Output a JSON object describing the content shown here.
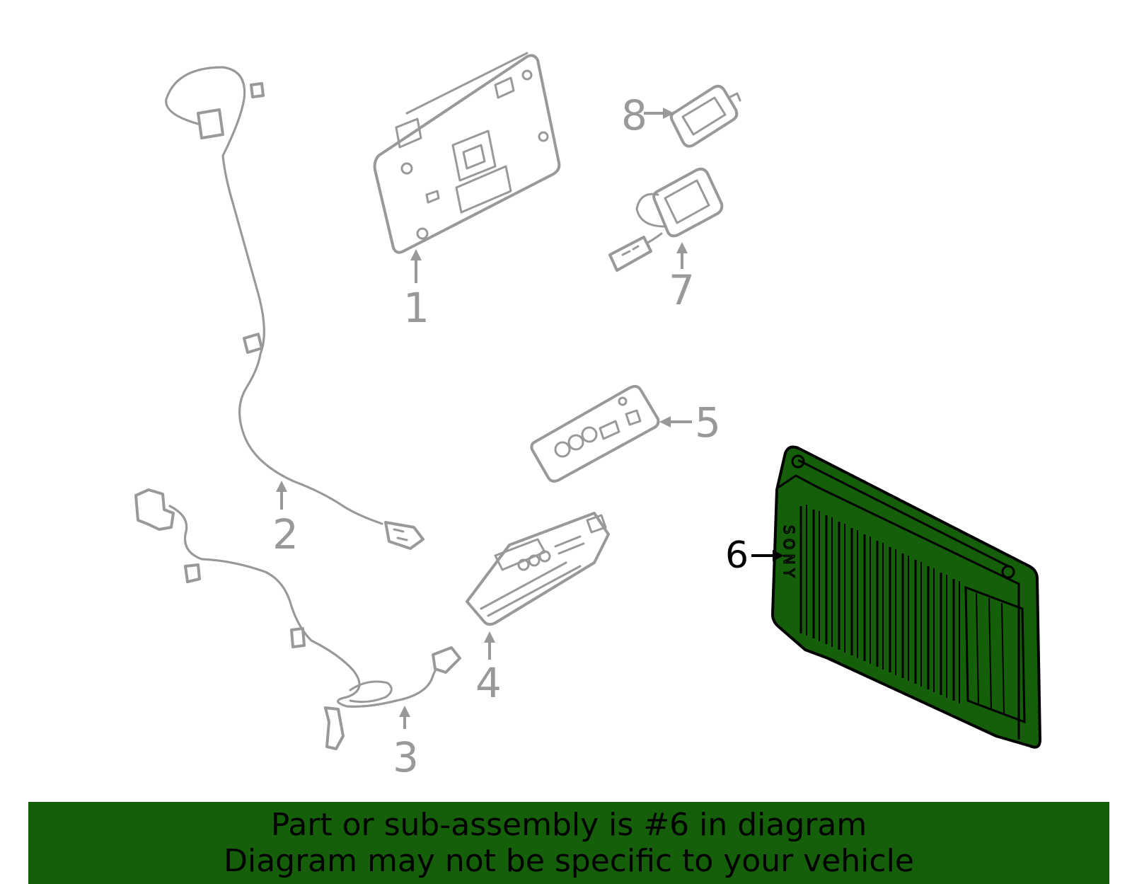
{
  "diagram": {
    "highlight_color": "#155e0a",
    "part_stroke_color": "#999999",
    "callouts": [
      {
        "id": "1",
        "label": "1"
      },
      {
        "id": "2",
        "label": "2"
      },
      {
        "id": "3",
        "label": "3"
      },
      {
        "id": "4",
        "label": "4"
      },
      {
        "id": "5",
        "label": "5"
      },
      {
        "id": "6",
        "label": "6",
        "highlighted": true
      },
      {
        "id": "7",
        "label": "7"
      },
      {
        "id": "8",
        "label": "8"
      }
    ],
    "part6_brand": "SONY"
  },
  "banner": {
    "line1": "Part or sub-assembly is #6 in diagram",
    "line2": "Diagram may not be specific to your vehicle",
    "background": "#155e0a"
  }
}
